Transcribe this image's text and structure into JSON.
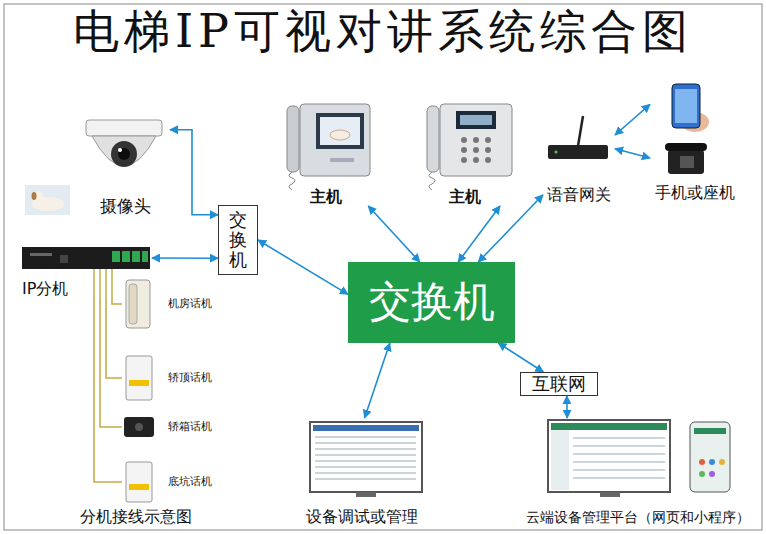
{
  "diagram": {
    "title": "电梯IP可视对讲系统综合图",
    "nodes": [
      {
        "text": [
          "摄像头"
        ]
      },
      {
        "text": [
          "交换机"
        ]
      },
      {
        "text": [
          "IP分机"
        ]
      },
      {
        "text": [
          "机房话机"
        ]
      },
      {
        "text": [
          "轿顶话机"
        ]
      },
      {
        "text": [
          "轿箱话机"
        ]
      },
      {
        "text": [
          "底坑话机"
        ]
      },
      {
        "text": [
          "主机"
        ]
      },
      {
        "text": [
          "主机"
        ]
      },
      {
        "text": [
          "语音网关"
        ]
      },
      {
        "text": [
          "手机或座机"
        ]
      },
      {
        "text": [
          "交换机"
        ]
      },
      {
        "text": [
          "互联网"
        ]
      },
      {
        "text": [
          "设备调试或管理"
        ]
      },
      {
        "text": [
          "云端设备管理平台（网页和小程序）"
        ]
      }
    ],
    "edges": [
      {
        "from": 0,
        "to": 1,
        "arrow": "both"
      },
      {
        "from": 2,
        "to": 1,
        "arrow": "both"
      },
      {
        "from": 1,
        "to": 11,
        "arrow": "both"
      },
      {
        "from": 7,
        "to": 11,
        "arrow": "both"
      },
      {
        "from": 8,
        "to": 11,
        "arrow": "both"
      },
      {
        "from": 9,
        "to": 11,
        "arrow": "both"
      },
      {
        "from": 9,
        "to": 10,
        "arrow": "both"
      },
      {
        "from": 9,
        "to": 10,
        "arrow": "both"
      },
      {
        "from": 11,
        "to": 12,
        "arrow": "both"
      },
      {
        "from": 12,
        "to": 14,
        "arrow": "both"
      },
      {
        "from": 11,
        "to": 13,
        "arrow": "both"
      },
      {
        "from": 2,
        "to": 3,
        "arrow": "none"
      },
      {
        "from": 2,
        "to": 4,
        "arrow": "none"
      },
      {
        "from": 2,
        "to": 5,
        "arrow": "none"
      },
      {
        "from": 2,
        "to": 6,
        "arrow": "none"
      }
    ],
    "labels": [
      "分机接线示意图"
    ]
  }
}
